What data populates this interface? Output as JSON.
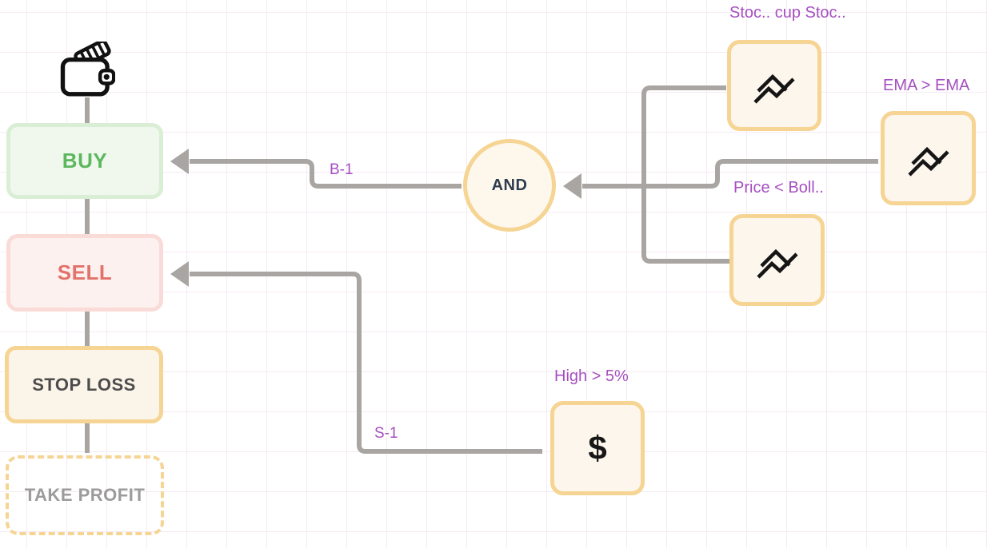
{
  "canvas": {
    "colors": {
      "edge_gray": "#a9a5a2",
      "node_yellow_border": "#f6d493",
      "node_cream_fill": "#fdf6ec",
      "buy_green": "#5cb85f",
      "buy_fill": "#f0f8ee",
      "sell_red": "#e2726b",
      "sell_fill": "#fdf1ef",
      "stop_loss_text": "#4c4c4c",
      "take_profit_text": "#9b9b9b",
      "and_text": "#2e3c50",
      "label_purple": "#a54fc0",
      "grid_line": "#f5ebf2"
    }
  },
  "nodes": {
    "buy": {
      "label": "BUY"
    },
    "sell": {
      "label": "SELL"
    },
    "stop_loss": {
      "label": "STOP LOSS"
    },
    "take_profit": {
      "label": "TAKE PROFIT"
    },
    "and_operator": {
      "label": "AND"
    },
    "conditions": [
      {
        "label": "Stoc.. cup Stoc..",
        "icon": "stacked-line-chart-icon"
      },
      {
        "label": "EMA > EMA",
        "icon": "stacked-line-chart-icon"
      },
      {
        "label": "Price < Boll..",
        "icon": "stacked-line-chart-icon"
      },
      {
        "label": "High > 5%",
        "icon": "dollar-icon"
      }
    ]
  },
  "edges": {
    "buy_edge_label": "B-1",
    "sell_edge_label": "S-1"
  },
  "icons": {
    "wallet": "wallet-icon",
    "dollar_symbol": "$"
  }
}
